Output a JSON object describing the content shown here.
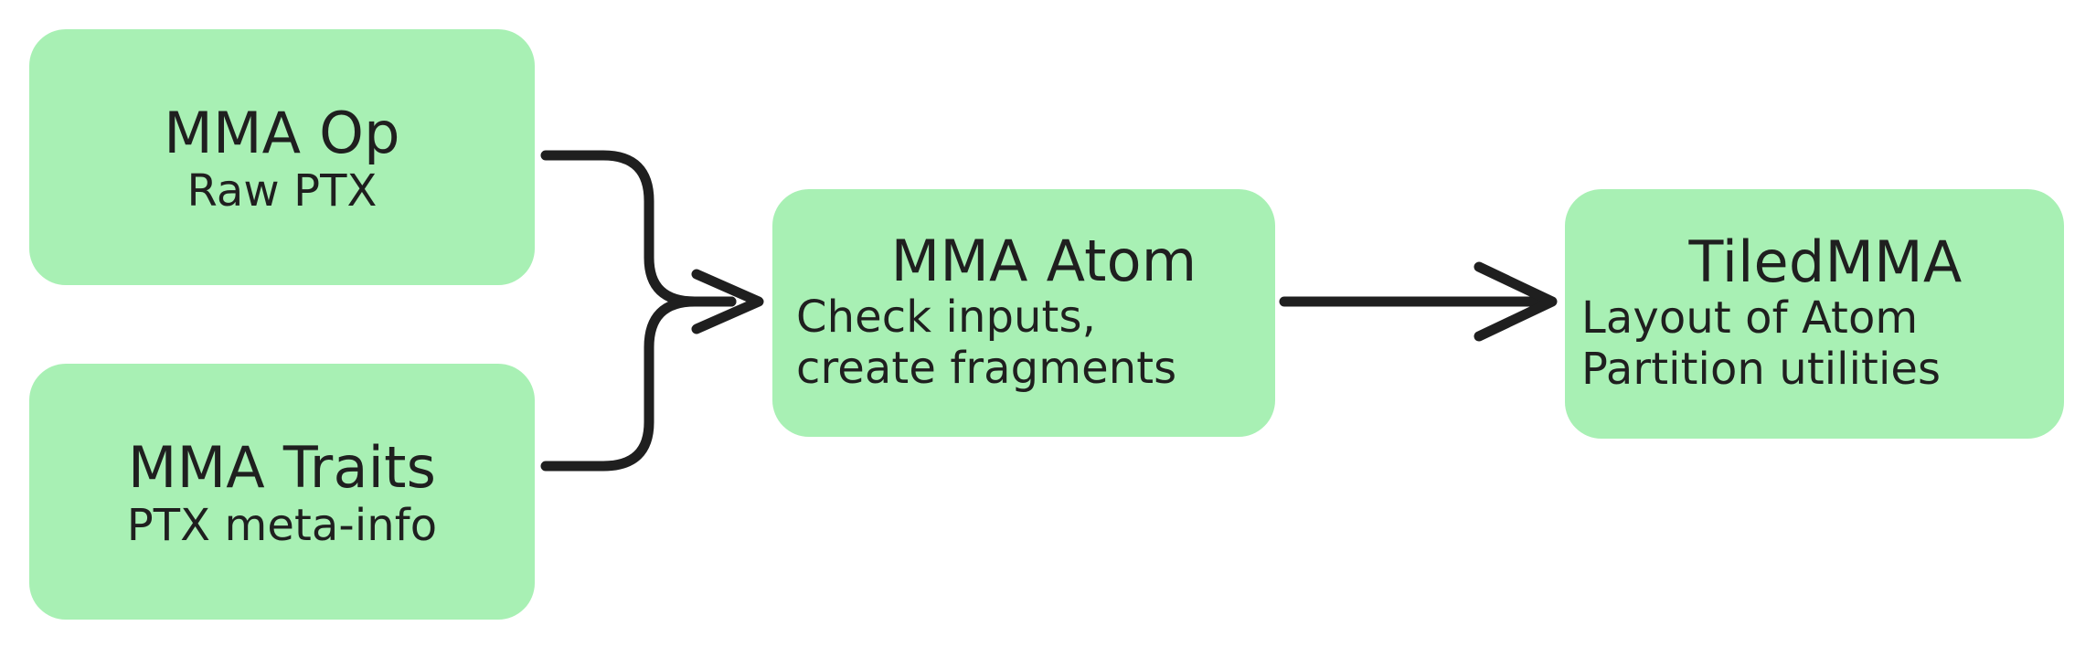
{
  "diagram": {
    "title": "MMA Op / MMA Traits to MMA Atom to TiledMMA pipeline",
    "background_color": "#ffffff",
    "node_fill_color": "#a8f0b4",
    "text_color": "#1f1f1f",
    "edge_color": "#1f1f1f"
  },
  "nodes": [
    {
      "id": "mma-op",
      "title": "MMA Op",
      "lines": [
        "Raw PTX"
      ]
    },
    {
      "id": "mma-traits",
      "title": "MMA Traits",
      "lines": [
        "PTX meta-info"
      ]
    },
    {
      "id": "mma-atom",
      "title": "MMA Atom",
      "lines": [
        "Check inputs,",
        "create fragments"
      ]
    },
    {
      "id": "tiledmma",
      "title": "TiledMMA",
      "lines": [
        "Layout of Atom",
        "Partition utilities"
      ]
    }
  ],
  "edges": [
    {
      "id": "edge-op-to-atom",
      "from": "mma-op",
      "to": "mma-atom",
      "style": "elbow-merge",
      "arrowhead": "open-v"
    },
    {
      "id": "edge-traits-to-atom",
      "from": "mma-traits",
      "to": "mma-atom",
      "style": "elbow-merge",
      "arrowhead": "open-v"
    },
    {
      "id": "edge-atom-to-tiledmma",
      "from": "mma-atom",
      "to": "tiledmma",
      "style": "straight",
      "arrowhead": "open-v"
    }
  ]
}
